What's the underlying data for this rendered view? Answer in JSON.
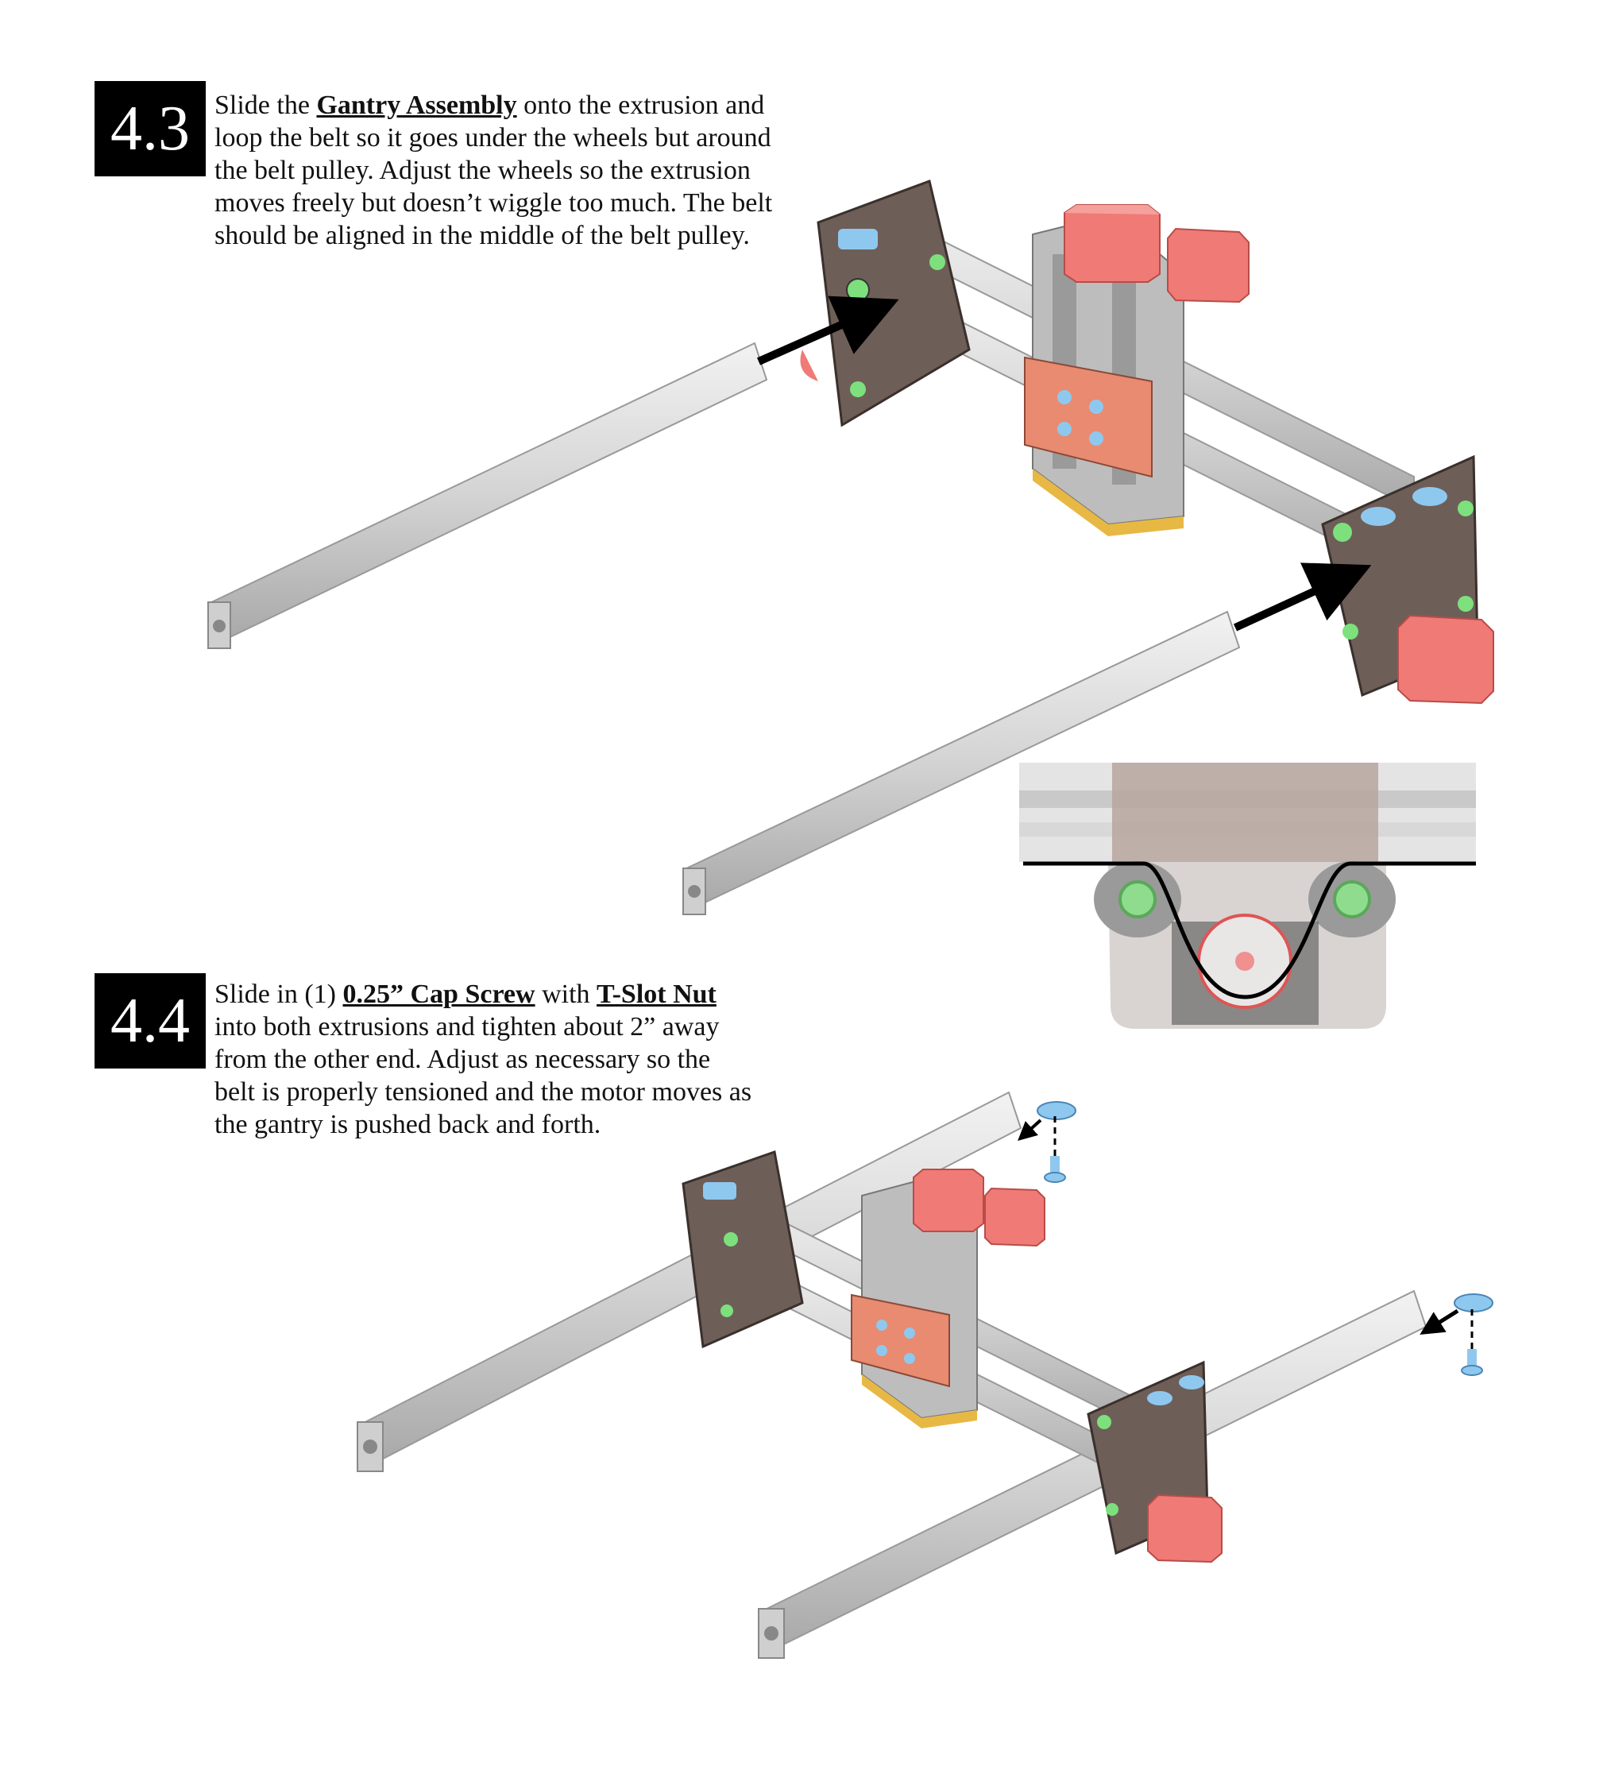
{
  "step_4_3": {
    "number": "4.3",
    "text_before": "Slide the ",
    "highlight_1": "Gantry Assembly",
    "text_after": " onto the extrusion and loop the belt so it goes under the wheels but around the belt pulley. Adjust the wheels so the extrusion moves freely but doesn’t wiggle too much.  The belt should be aligned in the middle of the belt pulley."
  },
  "step_4_4": {
    "number": "4.4",
    "text_1": "Slide in (1) ",
    "highlight_1": "0.25” Cap Screw",
    "text_2": " with ",
    "highlight_2": "T-Slot Nut",
    "text_3": " into both extrusions and tighten about 2” away from the other end. Adjust as necessary so the belt is properly tensioned and the motor moves as the gantry is pushed back and forth."
  },
  "colors": {
    "extrusion": "#d4d4d4",
    "plate": "#6e5e58",
    "motor": "#f07a76",
    "carriage": "#e88b70",
    "wheel_hub": "#7de07d",
    "screw": "#8fc8ef",
    "brass": "#e8b845"
  }
}
